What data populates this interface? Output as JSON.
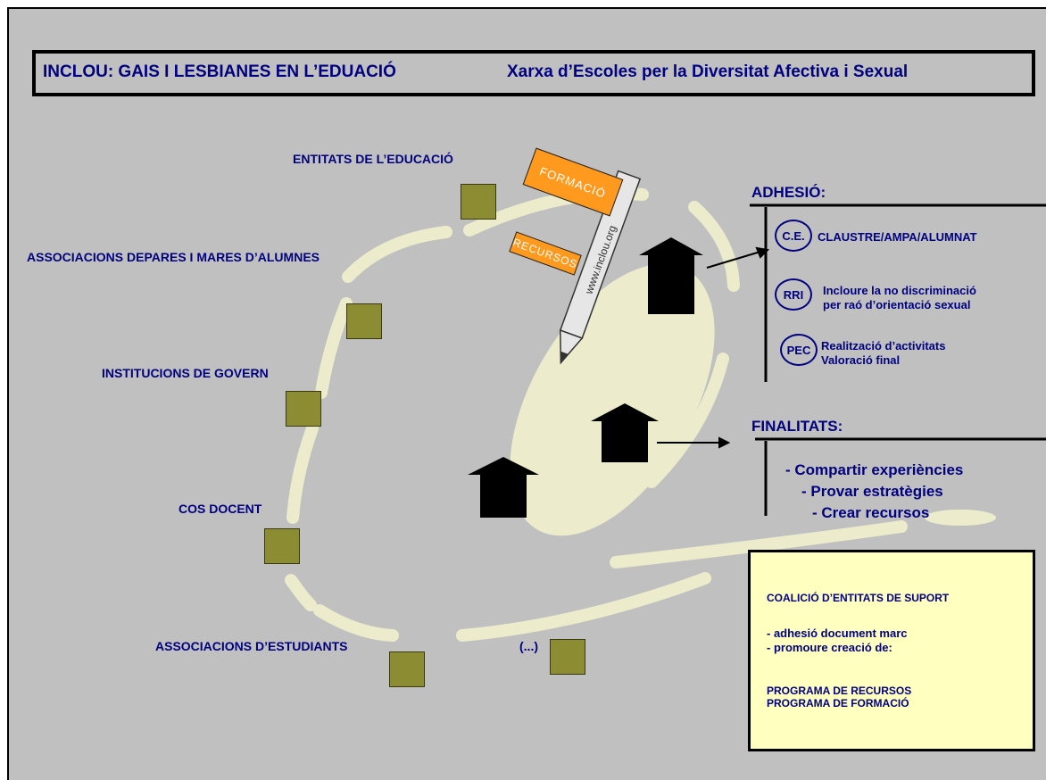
{
  "header": {
    "title": "INCLOU: GAIS I LESBIANES EN L’EDUACIÓ",
    "subtitle": "Xarxa d’Escoles per la Diversitat Afectiva i Sexual"
  },
  "entities": {
    "educacio": "ENTITATS DE L’EDUCACIÓ",
    "pares": "ASSOCIACIONS DEPARES I MARES D’ALUMNES",
    "govern": "INSTITUCIONS DE GOVERN",
    "docent": "COS DOCENT",
    "estudiants": "ASSOCIACIONS D’ESTUDIANTS",
    "etc": "(...)"
  },
  "tags": {
    "formacio": "FORMACIÓ",
    "recursos": "RECURSOS",
    "pencil_text": "www.inclou.org"
  },
  "adhesio": {
    "heading": "ADHESIÓ:",
    "items": [
      {
        "badge": "C.E.",
        "line1": "CLAUSTRE/AMPA/ALUMNAT",
        "line2": ""
      },
      {
        "badge": "RRI",
        "line1": "Incloure la no discriminació",
        "line2": "per raó d’orientació sexual"
      },
      {
        "badge": "PEC",
        "line1": "Realització d’activitats",
        "line2": "Valoració final"
      }
    ]
  },
  "finalitats": {
    "heading": "FINALITATS:",
    "items": [
      "- Compartir experiències",
      "- Provar estratègies",
      "- Crear recursos"
    ]
  },
  "coalicio": {
    "title": "COALICIÓ D’ENTITATS DE SUPORT",
    "line1": "- adhesió document marc",
    "line2": "- promoure creació de:",
    "line3": "PROGRAMA DE RECURSOS",
    "line4": "PROGRAMA DE FORMACIÓ"
  },
  "colors": {
    "background": "#c0c0c0",
    "text": "#000080",
    "square": "#8c8c32",
    "path": "#ececcc",
    "tag": "#ff9a1e",
    "note": "#ffffc0"
  }
}
